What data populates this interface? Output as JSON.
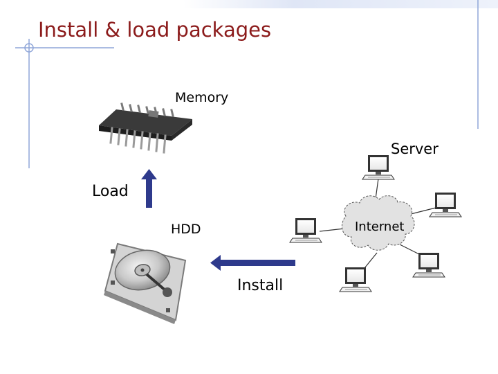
{
  "slide": {
    "title": "Install & load packages"
  },
  "labels": {
    "memory": "Memory",
    "server": "Server",
    "load": "Load",
    "hdd": "HDD",
    "internet": "Internet",
    "install": "Install"
  },
  "colors": {
    "title": "#8b1a1a",
    "arrow": "#2e3a8c",
    "cloud": "#e2e2e2",
    "rule_lines": "#8fa6d8",
    "top_band": "#dde4f5"
  },
  "icons": [
    "memory-chip-icon",
    "hard-disk-icon",
    "computer-icon",
    "internet-cloud-icon",
    "arrow-up-icon",
    "arrow-left-icon"
  ]
}
